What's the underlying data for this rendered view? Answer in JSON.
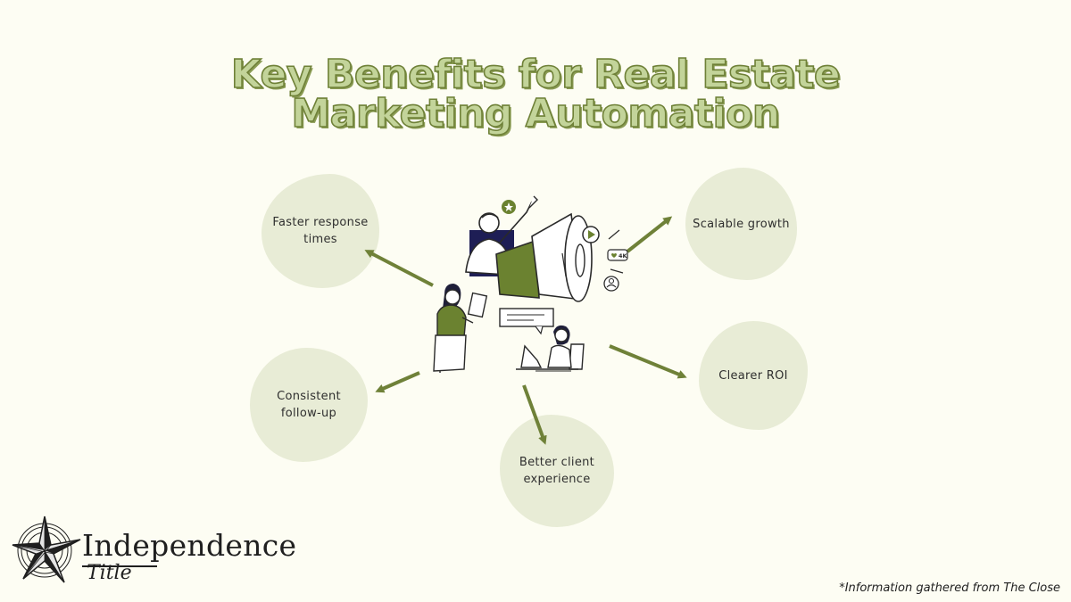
{
  "title": {
    "line1": "Key Benefits for  Real Estate",
    "line2": "Marketing Automation"
  },
  "benefits": {
    "faster_response": "Faster response times",
    "consistent_follow_up": "Consistent follow-up",
    "better_client_experience": "Better client experience",
    "scalable_growth": "Scalable growth",
    "clearer_roi": "Clearer ROI"
  },
  "illustration": {
    "likes_badge": "4K"
  },
  "logo": {
    "name": "Independence",
    "subtitle": "Title"
  },
  "source_note": "*Information gathered from The Close",
  "colors": {
    "background": "#fdfdf3",
    "blob": "#e8ecd6",
    "arrow": "#6f8138",
    "title_fill": "#c3d49a",
    "title_stroke": "#6f8138",
    "accent_green": "#6b8230"
  }
}
